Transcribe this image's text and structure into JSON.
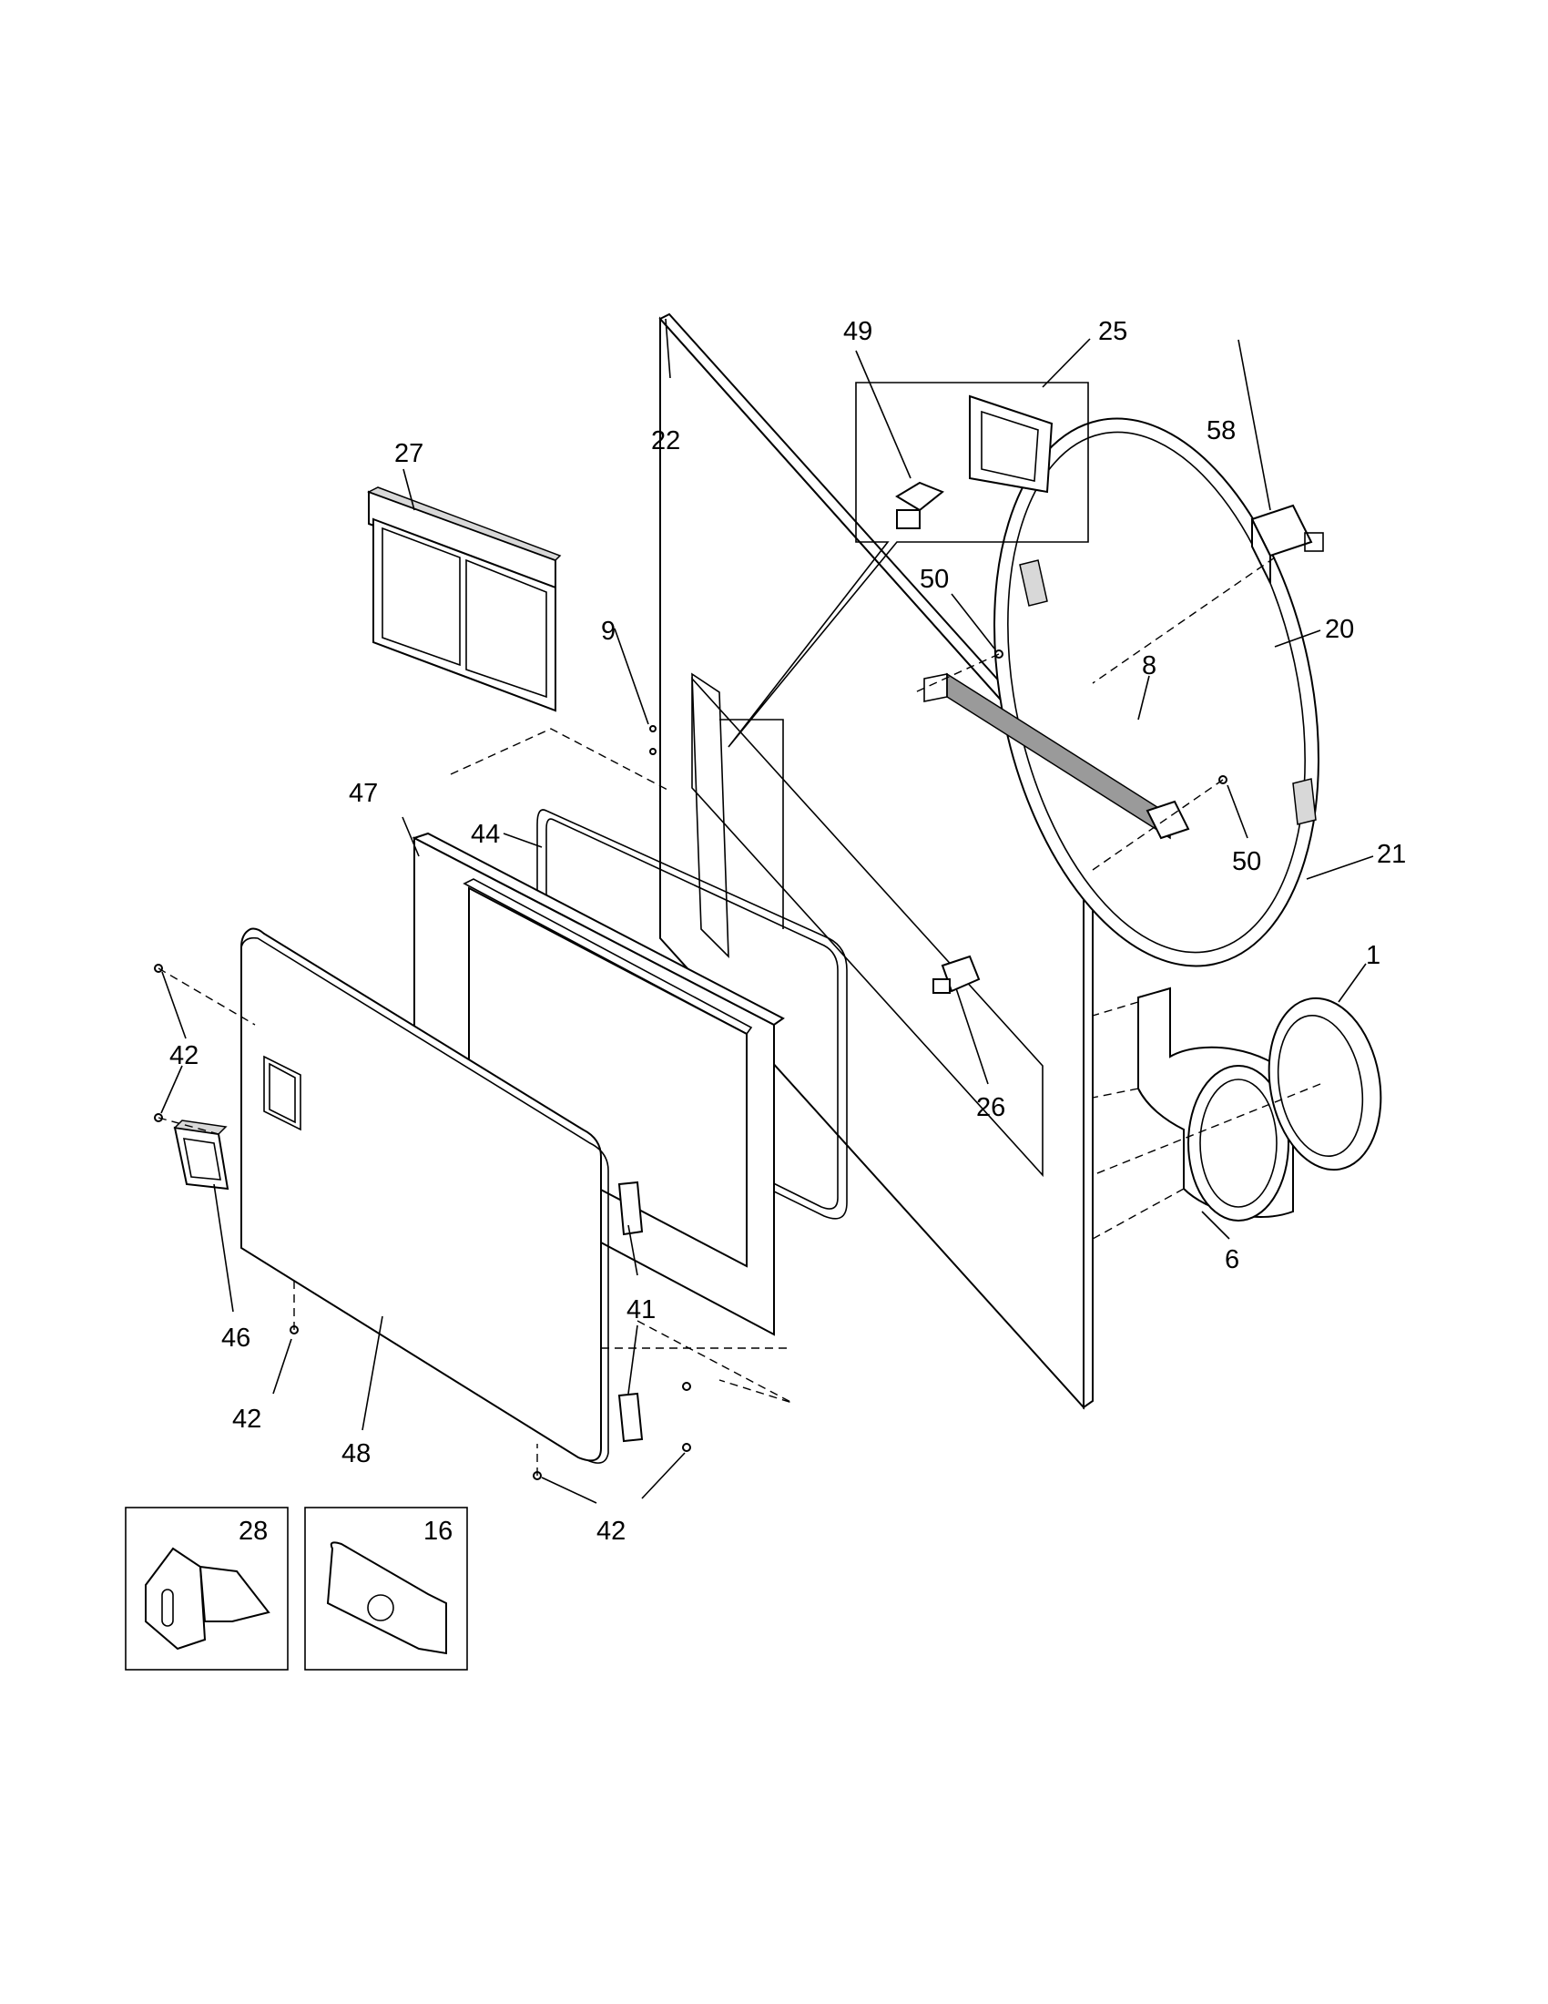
{
  "callouts": {
    "c1": "1",
    "c6": "6",
    "c8": "8",
    "c9": "9",
    "c16": "16",
    "c20": "20",
    "c21": "21",
    "c22": "22",
    "c25": "25",
    "c26": "26",
    "c27": "27",
    "c28": "28",
    "c41": "41",
    "c42a": "42",
    "c42b": "42",
    "c42c": "42",
    "c44": "44",
    "c46": "46",
    "c47": "47",
    "c48": "48",
    "c49": "49",
    "c50a": "50",
    "c50b": "50",
    "c58": "58"
  }
}
